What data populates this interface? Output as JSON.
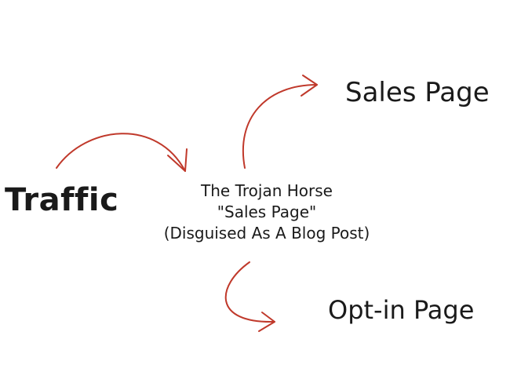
{
  "diagram": {
    "nodes": {
      "traffic": "Traffic",
      "sales_page": "Sales Page",
      "optin_page": "Opt-in Page",
      "center_lines": [
        "The Trojan Horse",
        "\"Sales Page\"",
        "(Disguised As A Blog Post)"
      ]
    },
    "edges": [
      {
        "from": "traffic",
        "to": "center"
      },
      {
        "from": "center",
        "to": "sales_page"
      },
      {
        "from": "center",
        "to": "optin_page"
      }
    ],
    "colors": {
      "arrow": "#c0392b",
      "text": "#1a1a1a",
      "background": "#ffffff"
    }
  }
}
